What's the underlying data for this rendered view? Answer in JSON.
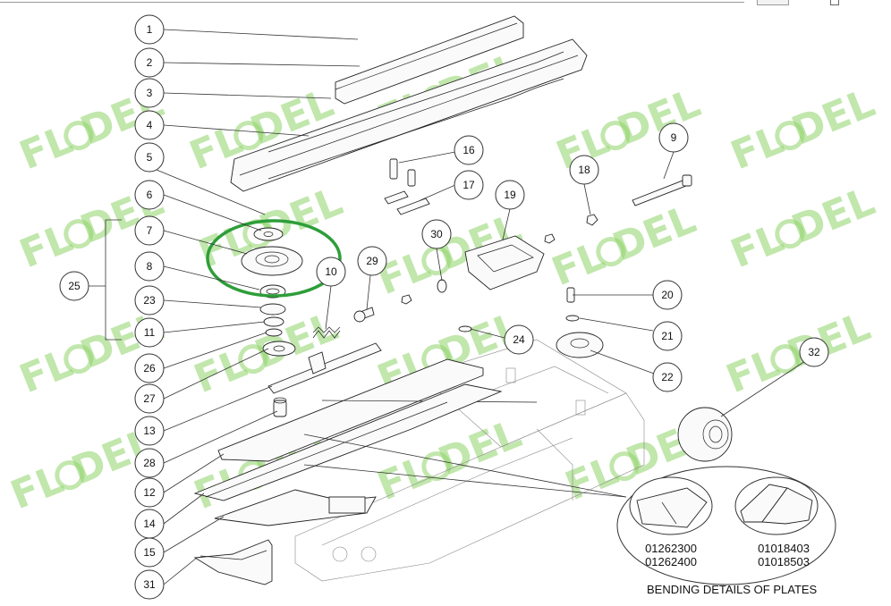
{
  "diagram": {
    "watermark_text": "FL DEL",
    "callouts": [
      {
        "id": "c1",
        "label": "1"
      },
      {
        "id": "c2",
        "label": "2"
      },
      {
        "id": "c3",
        "label": "3"
      },
      {
        "id": "c4",
        "label": "4"
      },
      {
        "id": "c5",
        "label": "5"
      },
      {
        "id": "c6",
        "label": "6"
      },
      {
        "id": "c7",
        "label": "7"
      },
      {
        "id": "c8",
        "label": "8"
      },
      {
        "id": "c23",
        "label": "23"
      },
      {
        "id": "c11",
        "label": "11"
      },
      {
        "id": "c26",
        "label": "26"
      },
      {
        "id": "c27",
        "label": "27"
      },
      {
        "id": "c13",
        "label": "13"
      },
      {
        "id": "c28",
        "label": "28"
      },
      {
        "id": "c12",
        "label": "12"
      },
      {
        "id": "c14",
        "label": "14"
      },
      {
        "id": "c15",
        "label": "15"
      },
      {
        "id": "c31",
        "label": "31"
      },
      {
        "id": "c25",
        "label": "25"
      },
      {
        "id": "c9",
        "label": "9"
      },
      {
        "id": "c16",
        "label": "16"
      },
      {
        "id": "c17",
        "label": "17"
      },
      {
        "id": "c18",
        "label": "18"
      },
      {
        "id": "c19",
        "label": "19"
      },
      {
        "id": "c30",
        "label": "30"
      },
      {
        "id": "c29",
        "label": "29"
      },
      {
        "id": "c10",
        "label": "10"
      },
      {
        "id": "c20",
        "label": "20"
      },
      {
        "id": "c21",
        "label": "21"
      },
      {
        "id": "c24",
        "label": "24"
      },
      {
        "id": "c22",
        "label": "22"
      },
      {
        "id": "c32",
        "label": "32"
      }
    ],
    "bending_details": {
      "left_codes": [
        "01262300",
        "01262400"
      ],
      "right_codes": [
        "01018403",
        "01018503"
      ],
      "caption": "BENDING DETAILS OF PLATES"
    },
    "highlight_color": "#2e9e3a",
    "watermark_color": "#8fd46a"
  }
}
